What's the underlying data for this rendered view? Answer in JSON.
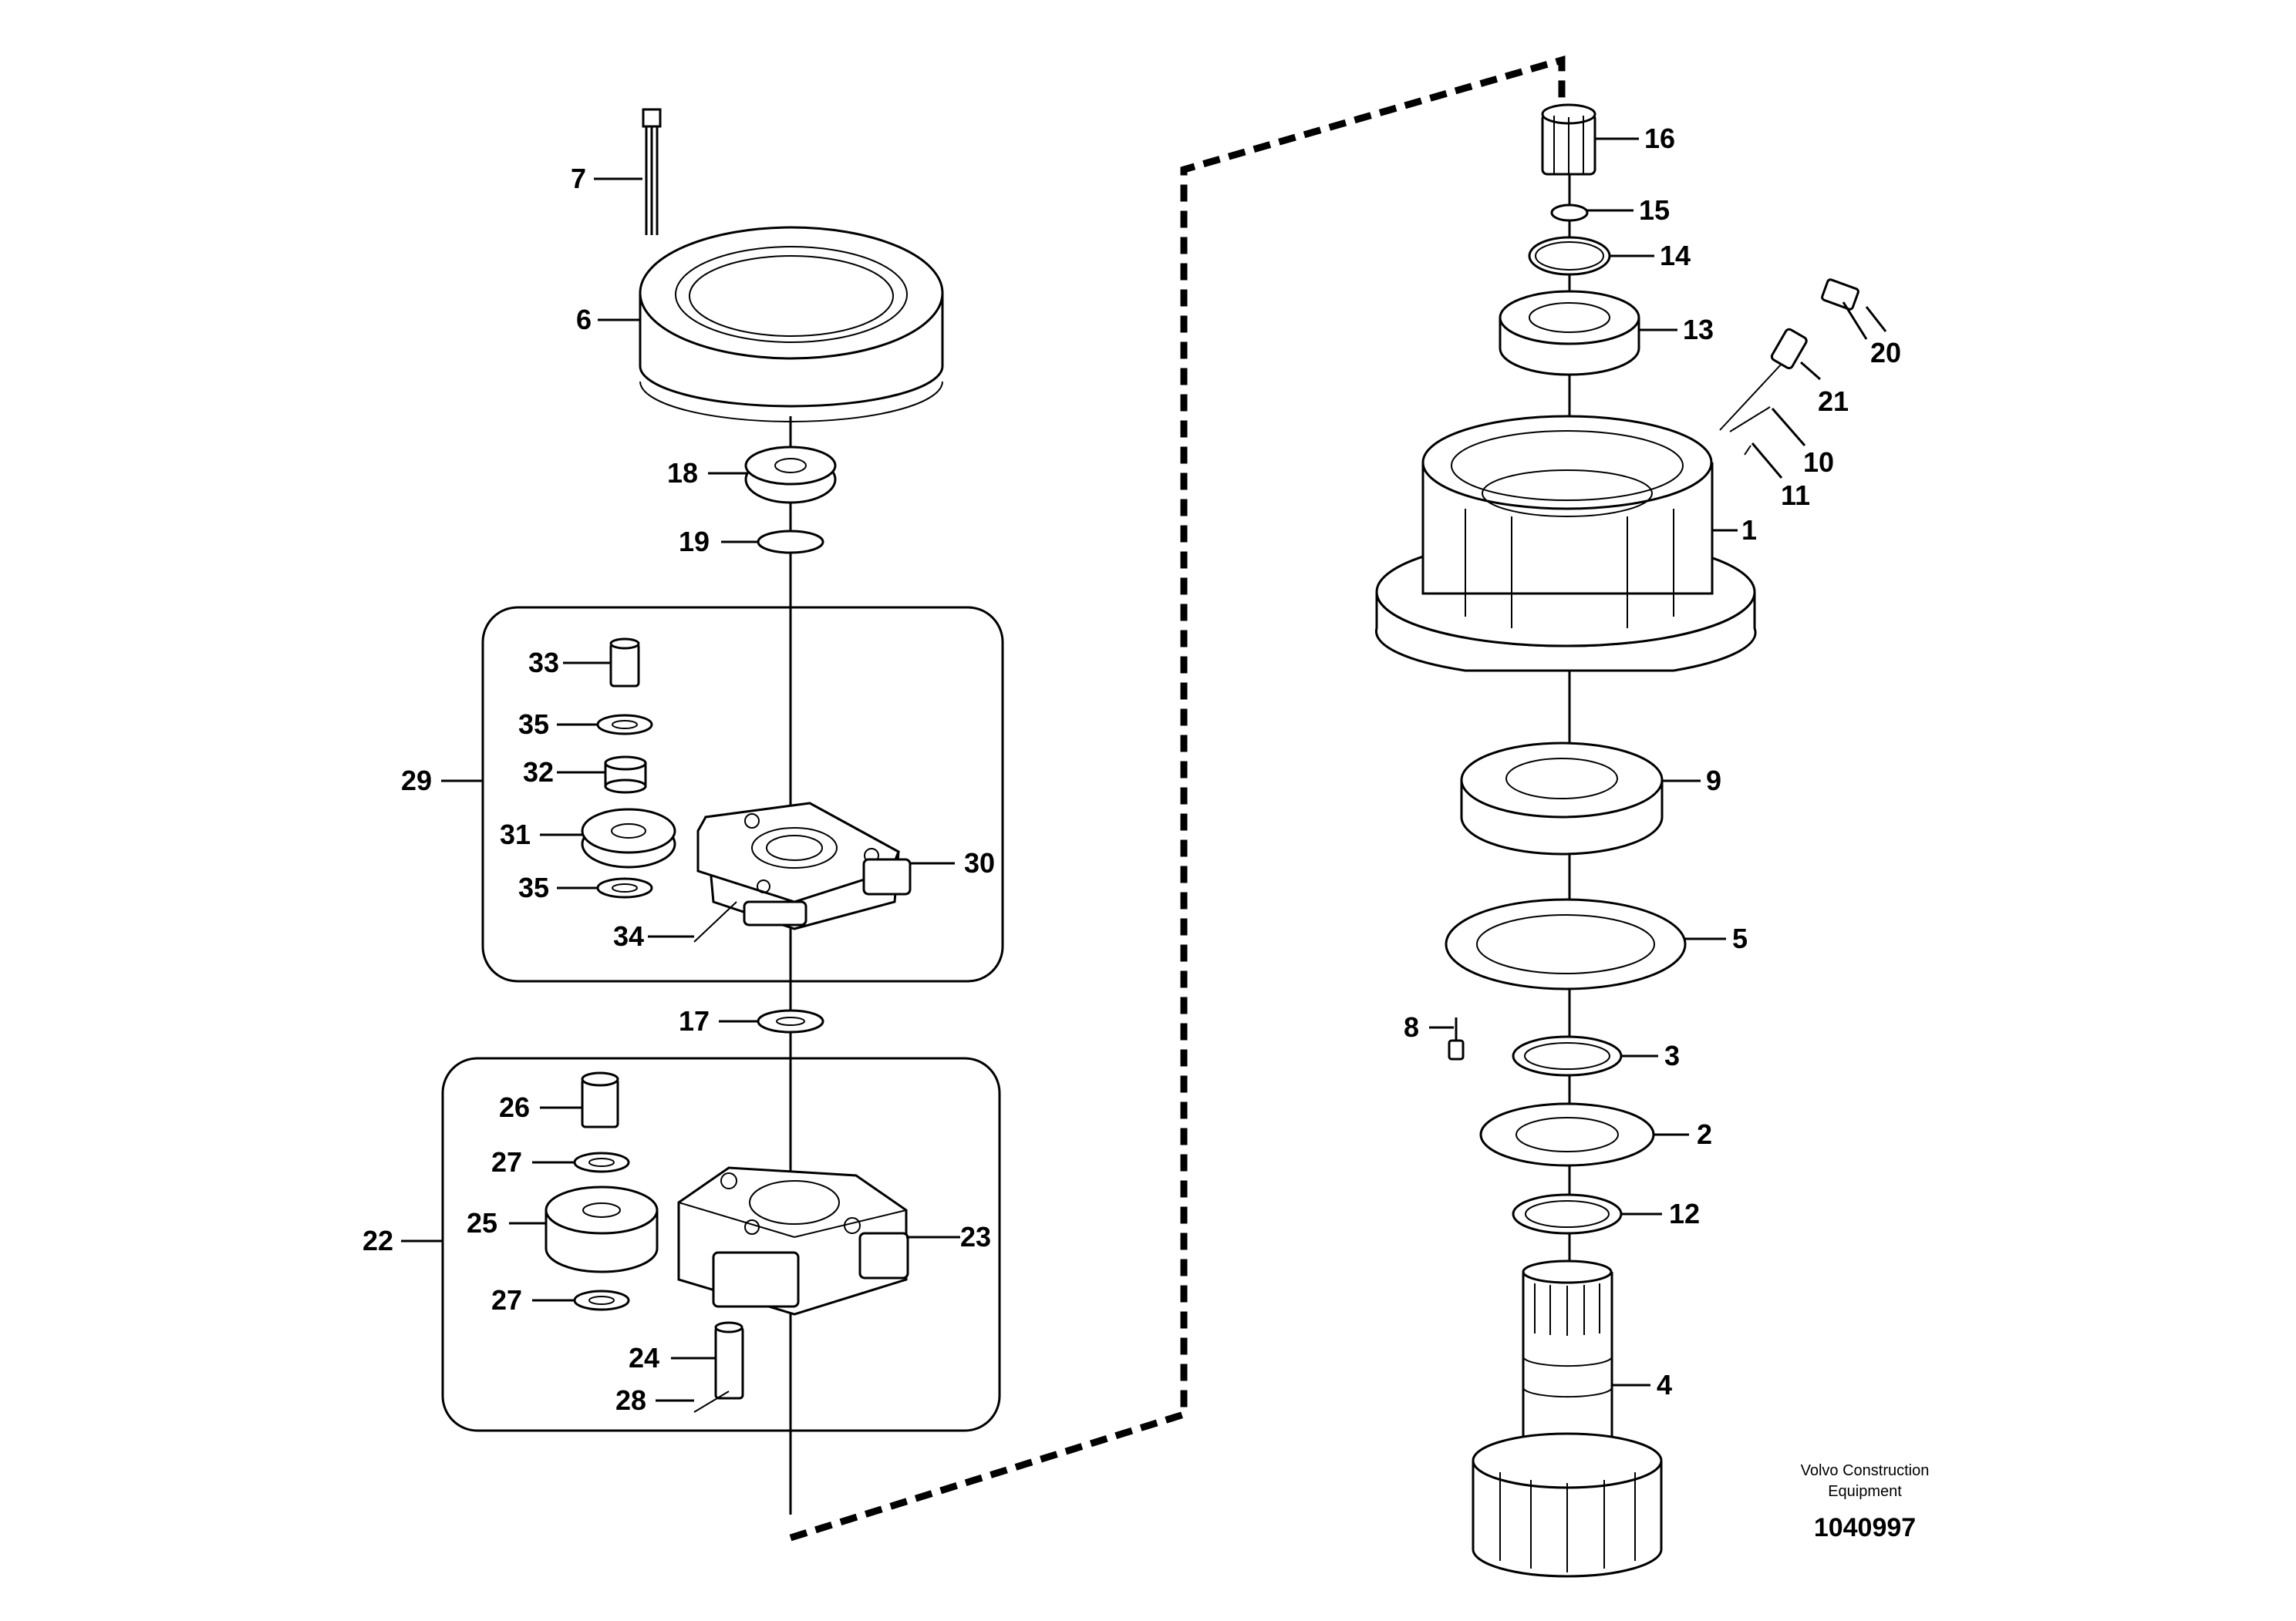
{
  "callouts": {
    "c1": "1",
    "c2": "2",
    "c3": "3",
    "c4": "4",
    "c5": "5",
    "c6": "6",
    "c7": "7",
    "c8": "8",
    "c9": "9",
    "c10": "10",
    "c11": "11",
    "c12": "12",
    "c13": "13",
    "c14": "14",
    "c15": "15",
    "c16": "16",
    "c17": "17",
    "c18": "18",
    "c19": "19",
    "c20": "20",
    "c21": "21",
    "c22": "22",
    "c23": "23",
    "c24": "24",
    "c25": "25",
    "c26": "26",
    "c27a": "27",
    "c27b": "27",
    "c28": "28",
    "c29": "29",
    "c30": "30",
    "c31": "31",
    "c32": "32",
    "c33": "33",
    "c34": "34",
    "c35a": "35",
    "c35b": "35"
  },
  "caption": {
    "line1": "Volvo Construction",
    "line2": "Equipment",
    "doc_number": "1040997"
  }
}
